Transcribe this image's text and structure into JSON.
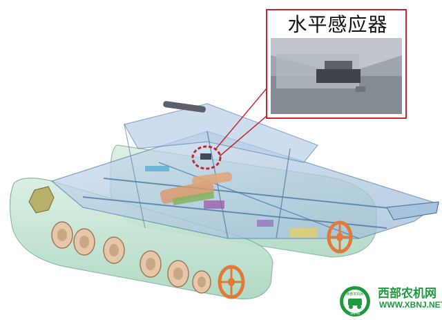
{
  "callout": {
    "label": "水平感应器"
  },
  "watermark": {
    "site_name": "西部农机网",
    "url": "WWW.XBNJ.NET",
    "logo_text": "西部农机网",
    "logo_url": "xbnj.net"
  },
  "colors": {
    "frame_blue": "#8fb3d4",
    "track_green": "#bfe3cf",
    "callout_red": "#c0282d",
    "watermark_green": "#1e9a3e",
    "wheel_orange": "#e07a3a",
    "sprocket_olive": "#b9b06a"
  }
}
